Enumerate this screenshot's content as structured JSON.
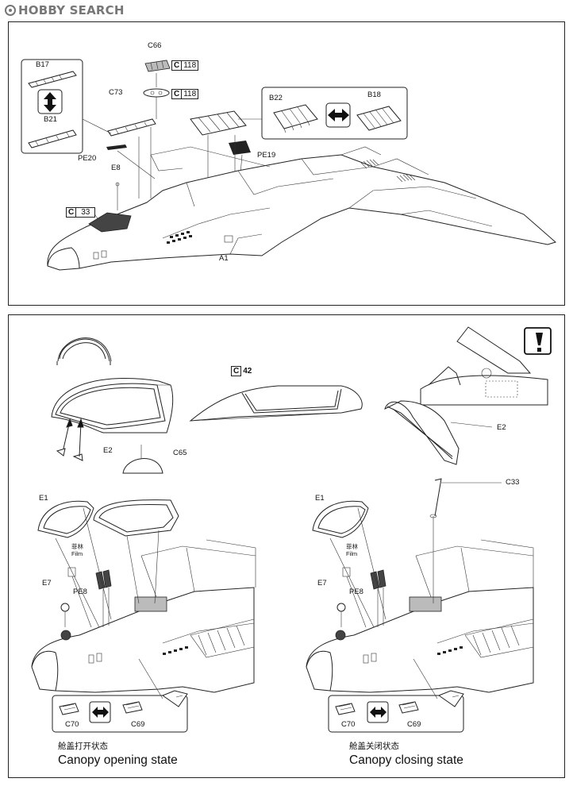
{
  "logo": {
    "text": "HOBBY SEARCH"
  },
  "panel_top": {
    "labels": {
      "c66": "C66",
      "c73": "C73",
      "b17": "B17",
      "b21": "B21",
      "b22": "B22",
      "b18": "B18",
      "pe20": "PE20",
      "pe19": "PE19",
      "e8": "E8",
      "a1": "A1"
    },
    "refs": {
      "ref_c118_a": {
        "c": "C",
        "n": "118"
      },
      "ref_c118_b": {
        "c": "C",
        "n": "118"
      },
      "ref_c33": {
        "c": "C",
        "n": "33"
      }
    },
    "icons": {
      "vertical_swap": "up-down-arrow-icon",
      "horizontal_swap": "left-right-arrow-icon"
    }
  },
  "panel_bottom": {
    "labels": {
      "e2_left": "E2",
      "c65": "C65",
      "c42_c": "C",
      "c42_n": "42",
      "e2_right": "E2",
      "c33": "C33",
      "e1_left": "E1",
      "film_left_zh": "菲林",
      "film_left_en": "Film",
      "e7_left": "E7",
      "pe8_left": "PE8",
      "c70_left": "C70",
      "c69_left": "C69",
      "e1_right": "E1",
      "film_right_zh": "菲林",
      "film_right_en": "Film",
      "e7_right": "E7",
      "pe8_right": "PE8",
      "c70_right": "C70",
      "c69_right": "C69"
    },
    "notice_icon": "exclamation-icon",
    "captions": {
      "open_zh": "舱盖打开状态",
      "open_en": "Canopy opening state",
      "close_zh": "舱盖关闭状态",
      "close_en": "Canopy closing state"
    }
  }
}
